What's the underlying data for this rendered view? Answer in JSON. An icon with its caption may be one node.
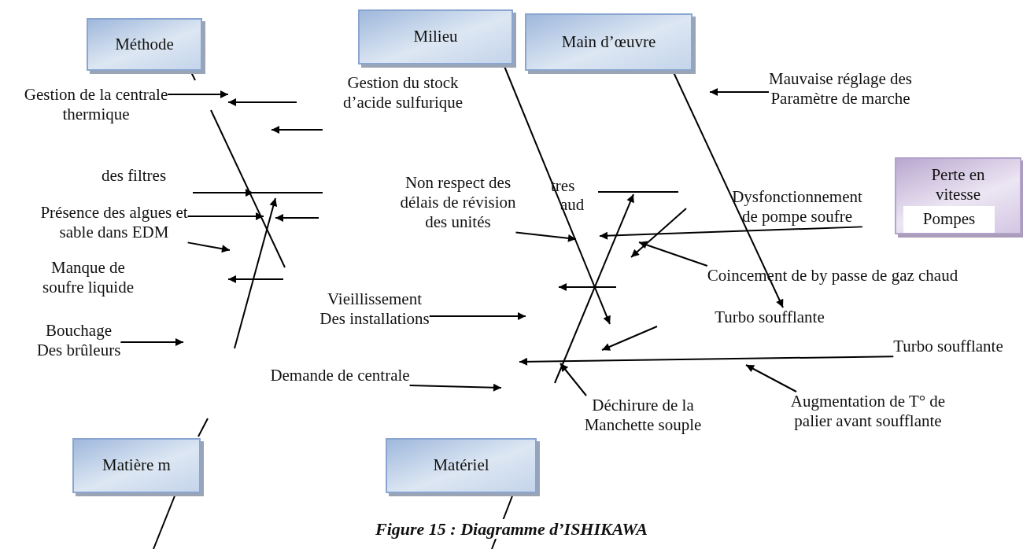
{
  "diagram": {
    "caption": "Figure 15 : Diagramme d’ISHIKAWA",
    "nodes": [
      {
        "text": [
          "Méthode"
        ]
      },
      {
        "text": [
          "Milieu"
        ]
      },
      {
        "text": [
          "Main d’œuvre"
        ]
      },
      {
        "text": [
          "Perte en vitesse"
        ]
      },
      {
        "text": [
          "Pompes"
        ],
        "in": 3
      },
      {
        "text": [
          "Matière m"
        ]
      },
      {
        "text": [
          "Matériel"
        ]
      },
      {
        "text": [
          "Gestion de la centrale thermique"
        ]
      },
      {
        "text": [
          "des filtres"
        ]
      },
      {
        "text": [
          "Présence des algues et sable dans EDM"
        ]
      },
      {
        "text": [
          "Manque de soufre liquide"
        ]
      },
      {
        "text": [
          "Bouchage Des brûleurs"
        ]
      },
      {
        "text": [
          "Gestion du stock d’acide sulfurique"
        ]
      },
      {
        "text": [
          "Non respect des délais de révision des unités"
        ]
      },
      {
        "text": [
          "Vieillissement Des installations"
        ]
      },
      {
        "text": [
          "Demande de centrale"
        ]
      },
      {
        "text": [
          "Mauvaise réglage des Paramètre de marche"
        ]
      },
      {
        "text": [
          "Dysfonctionnement de pompe soufre"
        ]
      },
      {
        "text": [
          "Coincement de by passe de gaz chaud"
        ]
      },
      {
        "text": [
          "Turbo soufflante"
        ]
      },
      {
        "text": [
          "Turbo soufflante"
        ]
      },
      {
        "text": [
          "Déchirure de la Manchette souple"
        ]
      },
      {
        "text": [
          "Augmentation de T° de palier avant soufflante"
        ]
      }
    ],
    "edges": [
      {
        "from": 7,
        "to": null,
        "arrow": "to"
      },
      {
        "from": 9,
        "to": null,
        "arrow": "to"
      },
      {
        "from": 9,
        "to": null,
        "arrow": "to"
      },
      {
        "from": 11,
        "to": null,
        "arrow": "to"
      },
      {
        "from": 13,
        "to": null,
        "arrow": "to"
      },
      {
        "from": 14,
        "to": null,
        "arrow": "to"
      },
      {
        "from": 15,
        "to": null,
        "arrow": "to"
      },
      {
        "from": 16,
        "to": null,
        "arrow": "to"
      },
      {
        "from": 18,
        "to": null,
        "arrow": "to"
      },
      {
        "from": 22,
        "to": null,
        "arrow": "to"
      },
      {
        "from": 20,
        "to": null,
        "arrow": "to"
      },
      {
        "from": 17,
        "to": null,
        "arrow": "to"
      },
      {
        "from": 1,
        "to": null,
        "arrow": "to"
      },
      {
        "from": 2,
        "to": 19,
        "arrow": "to"
      },
      {
        "from": 21,
        "to": null,
        "arrow": "to"
      }
    ],
    "labels": [
      "tres",
      "aud"
    ]
  }
}
